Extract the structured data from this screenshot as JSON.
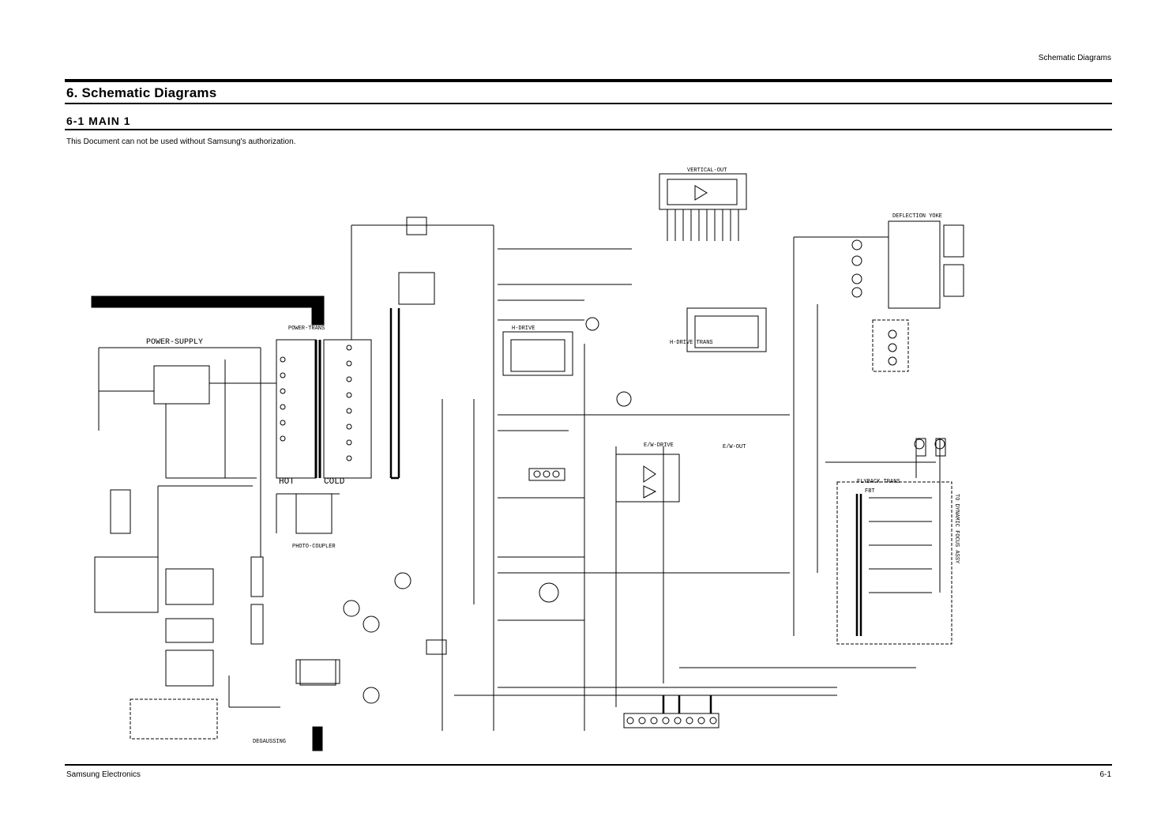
{
  "header": {
    "running_title": "Schematic Diagrams"
  },
  "section": {
    "title": "6. Schematic Diagrams",
    "subtitle": "6-1 MAIN 1"
  },
  "notice": "This Document can not be used without Samsung's authorization.",
  "schematic": {
    "labels": {
      "power_supply": "POWER-SUPPLY",
      "power_trans": "POWER-TRANS",
      "hot": "HOT",
      "cold": "COLD",
      "photo_coupler": "PHOTO-COUPLER",
      "vertical_out": "VERTICAL-OUT",
      "deflection_yoke": "DEFLECTION YOKE",
      "h_drive": "H-DRIVE",
      "h_drive_trans": "H-DRIVE TRANS",
      "ew_drive": "E/W-DRIVE",
      "ew_out": "E/W-OUT",
      "flyback_trans": "FLYBACK TRANS",
      "fbt": "FBT",
      "to_dynamic_focus": "TO DYNAMIC FOCUS ASSY",
      "degauss_coil": "DEGAUSSING"
    }
  },
  "footer": {
    "left": "Samsung Electronics",
    "right": "6-1"
  }
}
